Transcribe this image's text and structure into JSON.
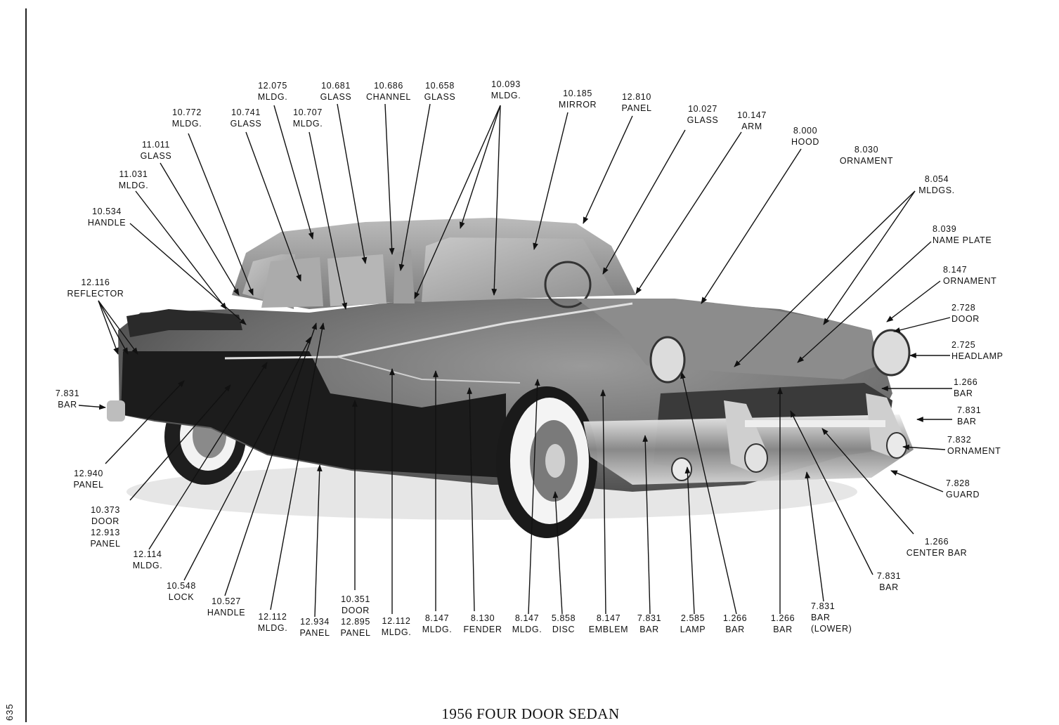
{
  "page_number": "635",
  "caption": "1956 FOUR DOOR SEDAN",
  "callouts": {
    "m12075": {
      "code": "12.075",
      "name": "MLDG."
    },
    "g10681": {
      "code": "10.681",
      "name": "GLASS"
    },
    "c10686": {
      "code": "10.686",
      "name": "CHANNEL"
    },
    "g10658": {
      "code": "10.658",
      "name": "GLASS"
    },
    "m10093": {
      "code": "10.093",
      "name": "MLDG."
    },
    "mi10185": {
      "code": "10.185",
      "name": "MIRROR"
    },
    "p12810": {
      "code": "12.810",
      "name": "PANEL"
    },
    "g10027": {
      "code": "10.027",
      "name": "GLASS"
    },
    "a10147": {
      "code": "10.147",
      "name": "ARM"
    },
    "h8000": {
      "code": "8.000",
      "name": "HOOD"
    },
    "o8030": {
      "code": "8.030",
      "name": "ORNAMENT"
    },
    "m10772": {
      "code": "10.772",
      "name": "MLDG."
    },
    "g10741": {
      "code": "10.741",
      "name": "GLASS"
    },
    "m10707": {
      "code": "10.707",
      "name": "MLDG."
    },
    "g11011": {
      "code": "11.011",
      "name": "GLASS"
    },
    "m11031": {
      "code": "11.031",
      "name": "MLDG."
    },
    "h10534": {
      "code": "10.534",
      "name": "HANDLE"
    },
    "r12116": {
      "code": "12.116",
      "name": "REFLECTOR"
    },
    "b7831l": {
      "code": "7.831",
      "name": "BAR"
    },
    "m8054": {
      "code": "8.054",
      "name": "MLDGS."
    },
    "np8039": {
      "code": "8.039",
      "name": "NAME PLATE"
    },
    "o8147": {
      "code": "8.147",
      "name": "ORNAMENT"
    },
    "d2728": {
      "code": "2.728",
      "name": "DOOR"
    },
    "hl2725": {
      "code": "2.725",
      "name": "HEADLAMP"
    },
    "b1266r": {
      "code": "1.266",
      "name": "BAR"
    },
    "b7831r": {
      "code": "7.831",
      "name": "BAR"
    },
    "o7832": {
      "code": "7.832",
      "name": "ORNAMENT"
    },
    "g7828": {
      "code": "7.828",
      "name": "GUARD"
    },
    "cb1266": {
      "code": "1.266",
      "name": "CENTER BAR"
    },
    "b7831rb": {
      "code": "7.831",
      "name": "BAR"
    },
    "p12940": {
      "code": "12.940",
      "name": "PANEL"
    },
    "d10373": {
      "code": "10.373",
      "name": "DOOR",
      "code2": "12.913",
      "name2": "PANEL"
    },
    "m12114": {
      "code": "12.114",
      "name": "MLDG."
    },
    "l10548": {
      "code": "10.548",
      "name": "LOCK"
    },
    "h10527": {
      "code": "10.527",
      "name": "HANDLE"
    },
    "m12112a": {
      "code": "12.112",
      "name": "MLDG."
    },
    "p12934": {
      "code": "12.934",
      "name": "PANEL"
    },
    "d10351": {
      "code": "10.351",
      "name": "DOOR",
      "code2": "12.895",
      "name2": "PANEL"
    },
    "m12112b": {
      "code": "12.112",
      "name": "MLDG."
    },
    "m8147a": {
      "code": "8.147",
      "name": "MLDG."
    },
    "f8130": {
      "code": "8.130",
      "name": "FENDER"
    },
    "m8147b": {
      "code": "8.147",
      "name": "MLDG."
    },
    "d5858": {
      "code": "5.858",
      "name": "DISC"
    },
    "e8147": {
      "code": "8.147",
      "name": "EMBLEM"
    },
    "b7831b": {
      "code": "7.831",
      "name": "BAR"
    },
    "l2585": {
      "code": "2.585",
      "name": "LAMP"
    },
    "b1266a": {
      "code": "1.266",
      "name": "BAR"
    },
    "b1266b": {
      "code": "1.266",
      "name": "BAR"
    },
    "bl7831": {
      "code": "7.831",
      "name": "BAR",
      "name2": "(LOWER)"
    }
  }
}
